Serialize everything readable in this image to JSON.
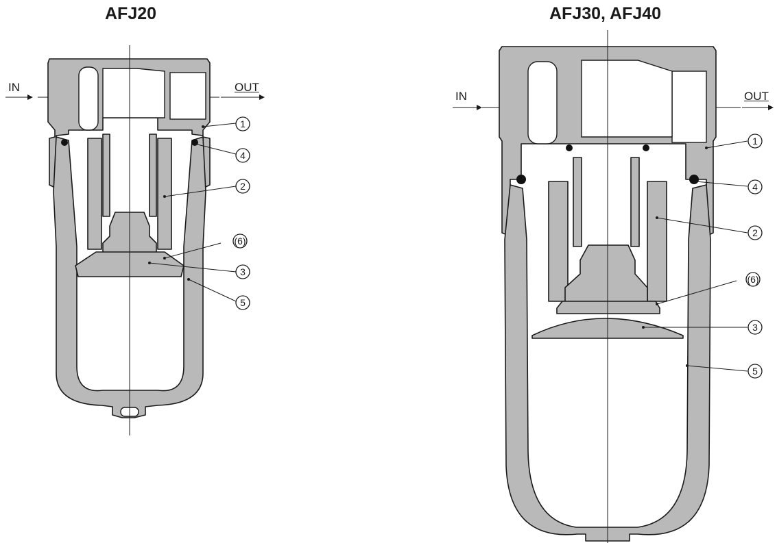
{
  "left": {
    "title": "AFJ20",
    "in_label": "IN",
    "out_label": "OUT",
    "callouts": [
      "1",
      "4",
      "2",
      "(6)",
      "3",
      "5"
    ]
  },
  "right": {
    "title": "AFJ30, AFJ40",
    "in_label": "IN",
    "out_label": "OUT",
    "callouts": [
      "1",
      "4",
      "2",
      "(6)",
      "3",
      "5"
    ]
  }
}
